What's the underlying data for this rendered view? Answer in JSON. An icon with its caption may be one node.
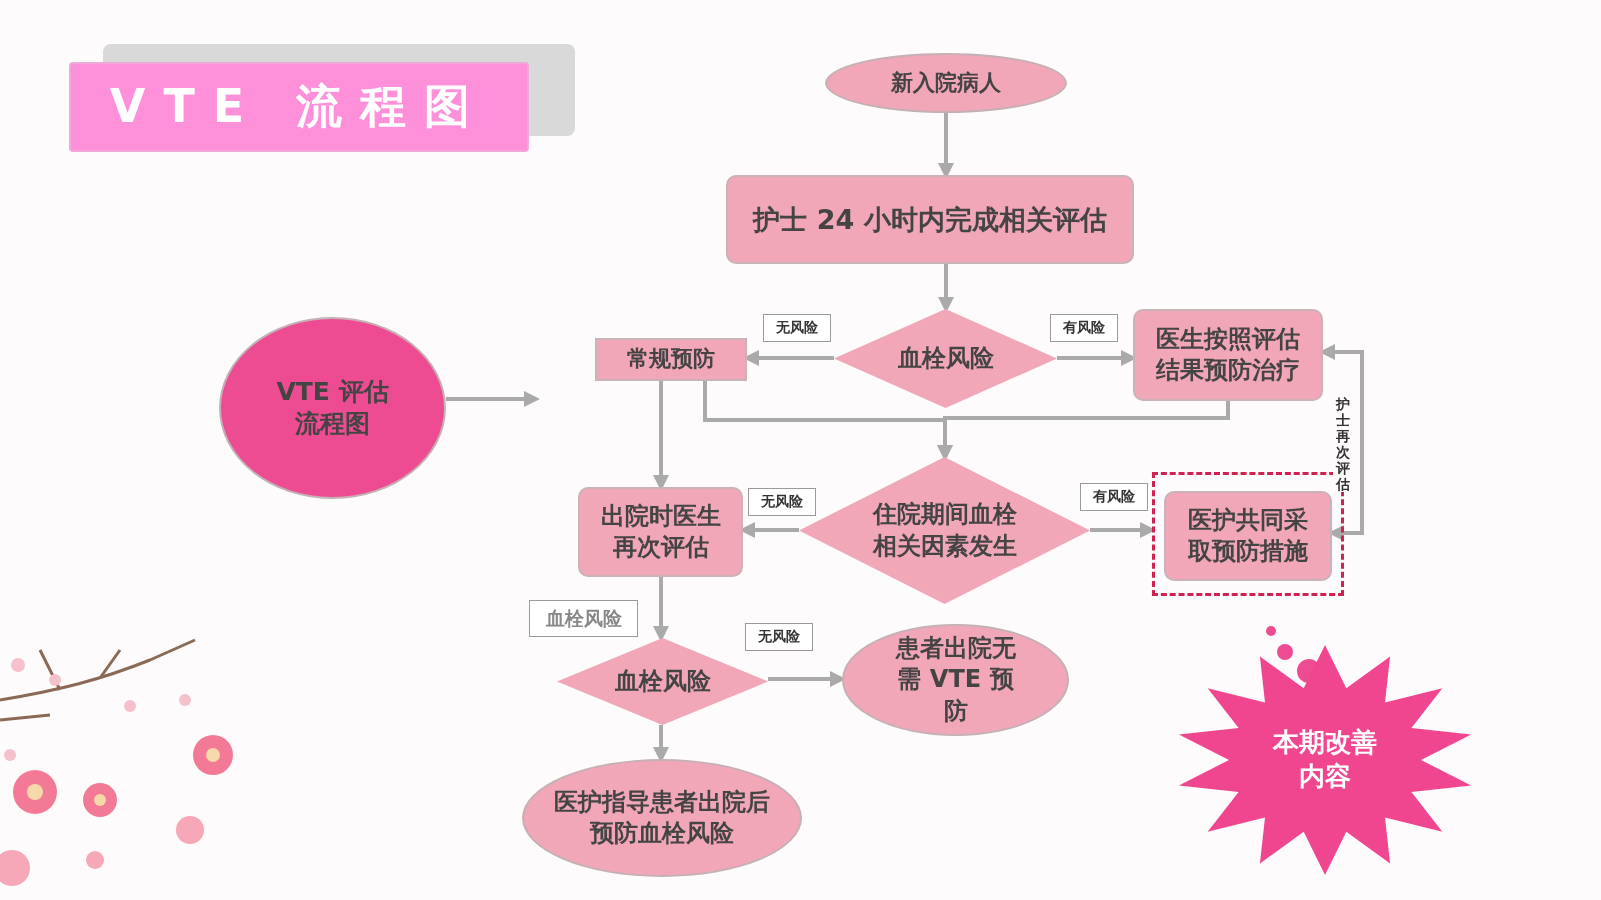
{
  "diagram": {
    "nodes": [
      {
        "text": [
          "VTE 流程图"
        ]
      },
      {
        "text": [
          "VTE 评估流程图"
        ]
      },
      {
        "text": [
          "新入院病人"
        ]
      },
      {
        "text": [
          "护士 24 小时内完成相关评估"
        ]
      },
      {
        "text": [
          "血栓风险"
        ]
      },
      {
        "text": [
          "常规预防"
        ]
      },
      {
        "text": [
          "医生按照评估结果预防治疗"
        ]
      },
      {
        "text": [
          "住院期间血栓相关因素发生"
        ]
      },
      {
        "text": [
          "出院时医生再次评估"
        ]
      },
      {
        "text": [],
        "shape": "box"
      },
      {
        "text": [
          "医护共同采取预防措施"
        ],
        "in": 9
      },
      {
        "text": [
          "血栓风险"
        ]
      },
      {
        "text": [
          "患者出院无需 VTE 预防"
        ]
      },
      {
        "text": [
          "医护指导患者出院后预防血栓风险"
        ]
      },
      {
        "text": [
          "本期改善内容"
        ]
      }
    ],
    "edges": [
      {
        "from": 1,
        "to": null,
        "arrow": "to"
      },
      {
        "from": 2,
        "to": 3,
        "arrow": "to"
      },
      {
        "from": 3,
        "to": 4,
        "arrow": "to"
      },
      {
        "from": 4,
        "to": 5,
        "arrow": "to",
        "label": "无风险"
      },
      {
        "from": 4,
        "to": 6,
        "arrow": "to",
        "label": "有风险"
      },
      {
        "from": 5,
        "to": 8,
        "arrow": "to"
      },
      {
        "from": 5,
        "to": 7,
        "arrow": "to"
      },
      {
        "from": 6,
        "to": 7,
        "arrow": "to"
      },
      {
        "from": 7,
        "to": 8,
        "arrow": "to",
        "label": "无风险"
      },
      {
        "from": 7,
        "to": 9,
        "arrow": "to",
        "label": "有风险"
      },
      {
        "from": 10,
        "to": 6,
        "arrow": "both",
        "label": "护士再次评估"
      },
      {
        "from": 8,
        "to": 11,
        "arrow": "to",
        "label": "血栓风险"
      },
      {
        "from": 11,
        "to": 12,
        "arrow": "to",
        "label": "无风险"
      },
      {
        "from": 11,
        "to": 13,
        "arrow": "to"
      }
    ]
  }
}
